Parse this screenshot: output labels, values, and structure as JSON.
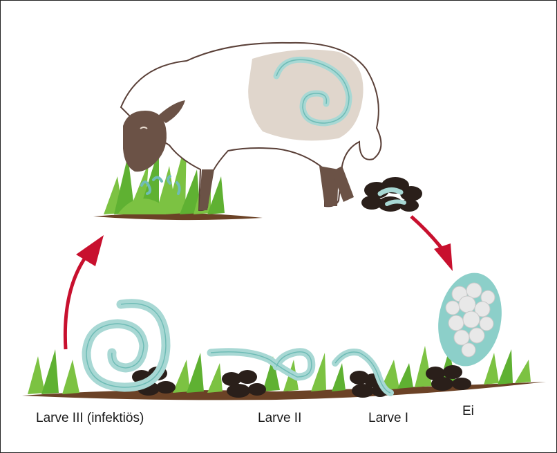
{
  "stages": {
    "larva3": "Larve III (infektiös)",
    "larva2": "Larve II",
    "larva1": "Larve I",
    "egg": "Ei"
  },
  "colors": {
    "arrow": "#c8102e",
    "grass": "#7cc242",
    "grass_dark": "#4fa12d",
    "soil": "#6b4226",
    "worm": "#a8d8d4",
    "worm_outline": "#6fbcb6",
    "dung": "#2a1f1a",
    "sheep_face": "#6b5246",
    "sheep_outline": "#5a4038",
    "stomach": "#e0d6cc",
    "egg_shell": "#8ccfc9"
  },
  "icons": [
    "sheep-icon",
    "larva-icon",
    "egg-icon",
    "dung-icon",
    "grass-icon",
    "arrow-icon"
  ]
}
